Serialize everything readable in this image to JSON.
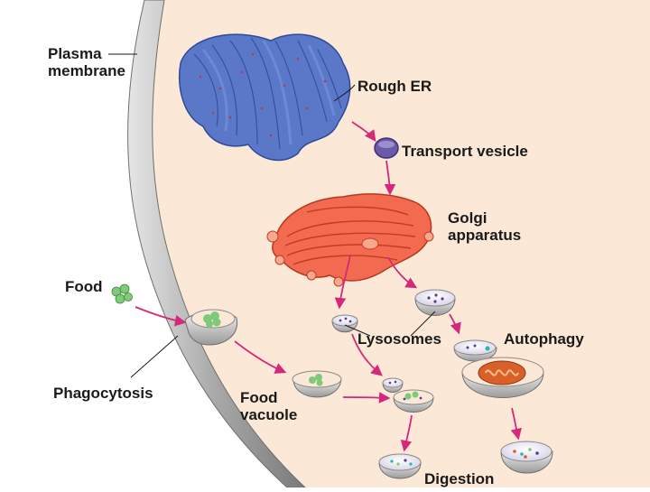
{
  "labels": {
    "plasma_membrane": "Plasma\nmembrane",
    "rough_er": "Rough ER",
    "transport_vesicle": "Transport vesicle",
    "golgi": "Golgi\napparatus",
    "food": "Food",
    "lysosomes": "Lysosomes",
    "autophagy": "Autophagy",
    "phagocytosis": "Phagocytosis",
    "food_vacuole": "Food\nvacuole",
    "digestion": "Digestion"
  },
  "colors": {
    "cytoplasm": "#fbe8d6",
    "membrane": "#9a9a9a",
    "rough_er": "#5b78c8",
    "golgi": "#f26a4f",
    "vesicle_purple": "#6a5aa8",
    "food_green": "#7fc97a",
    "arrow": "#d6287a",
    "mitochondrion": "#d9602a"
  }
}
